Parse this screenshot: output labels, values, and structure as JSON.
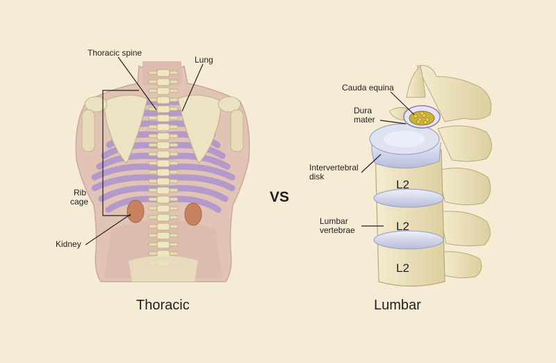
{
  "thoracic": {
    "caption": "Thoracic",
    "labels": {
      "thoracic_spine": "Thoracic spine",
      "lung": "Lung",
      "rib_cage_line1": "Rib",
      "rib_cage_line2": "cage",
      "kidney": "Kidney"
    }
  },
  "versus": "VS",
  "lumbar": {
    "caption": "Lumbar",
    "labels": {
      "cauda_equina": "Cauda equina",
      "dura_mater_line1": "Dura",
      "dura_mater_line2": "mater",
      "intervertebral_line1": "Intervertebral",
      "intervertebral_line2": "disk",
      "lumbar_vertebrae_line1": "Lumbar",
      "lumbar_vertebrae_line2": "vertebrae"
    },
    "vertebra_labels": [
      "L2",
      "L2",
      "L2"
    ]
  },
  "colors": {
    "background": "#f6ecd6",
    "skin": "#e0c2b4",
    "bone": "#efe6c4",
    "rib_purple": "#b39acb",
    "kidney": "#c9825f",
    "disk": "#c9cde6"
  }
}
